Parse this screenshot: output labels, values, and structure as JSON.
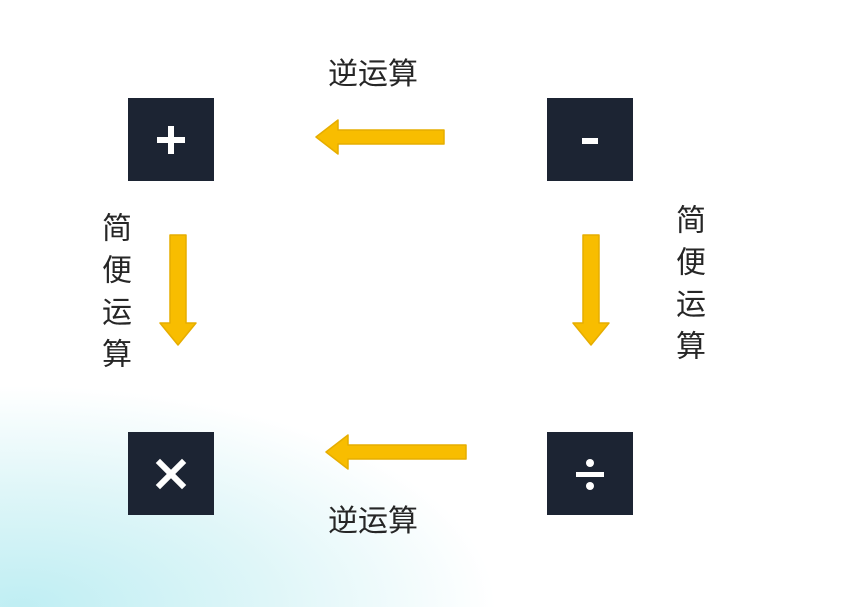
{
  "boxes": {
    "plus": {
      "symbol": "+",
      "icon": "plus-icon"
    },
    "minus": {
      "symbol": "-",
      "icon": "minus-icon"
    },
    "times": {
      "symbol": "×",
      "icon": "times-icon"
    },
    "divide": {
      "symbol": "÷",
      "icon": "divide-icon"
    }
  },
  "labels": {
    "top": "逆运算",
    "bottom": "逆运算",
    "left": "简便运算",
    "right": "简便运算"
  },
  "colors": {
    "box_fill": "#1c2433",
    "symbol": "#ffffff",
    "arrow": "#f8bd00",
    "arrow_shadow": "#d9a400",
    "text": "#262626"
  }
}
